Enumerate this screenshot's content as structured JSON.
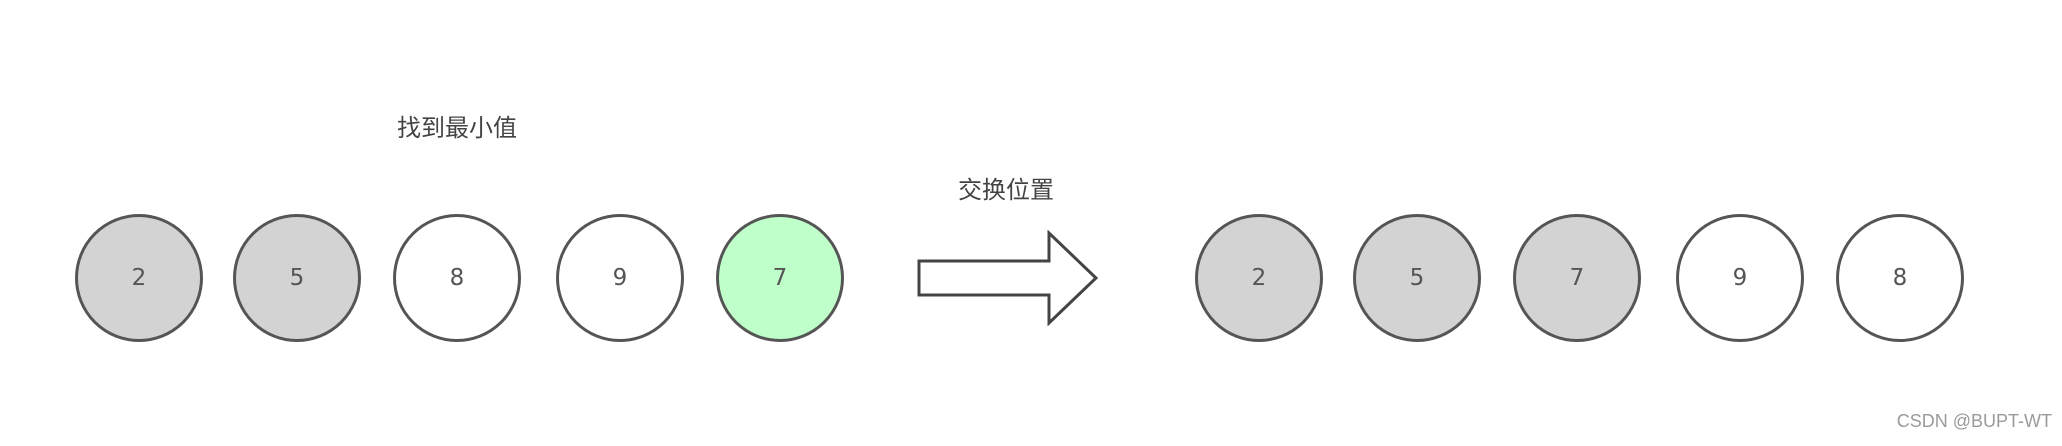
{
  "labels": {
    "find_min": "找到最小值",
    "swap": "交换位置"
  },
  "before": [
    {
      "value": "2",
      "state": "sorted",
      "color": "#d3d3d3"
    },
    {
      "value": "5",
      "state": "sorted",
      "color": "#d3d3d3"
    },
    {
      "value": "8",
      "state": "unsorted",
      "color": "#ffffff"
    },
    {
      "value": "9",
      "state": "unsorted",
      "color": "#ffffff"
    },
    {
      "value": "7",
      "state": "minimum",
      "color": "#bfffc9"
    }
  ],
  "after": [
    {
      "value": "2",
      "state": "sorted",
      "color": "#d3d3d3"
    },
    {
      "value": "5",
      "state": "sorted",
      "color": "#d3d3d3"
    },
    {
      "value": "7",
      "state": "sorted",
      "color": "#d3d3d3"
    },
    {
      "value": "9",
      "state": "unsorted",
      "color": "#ffffff"
    },
    {
      "value": "8",
      "state": "unsorted",
      "color": "#ffffff"
    }
  ],
  "arrow_icon": "right-arrow-icon",
  "watermark": "CSDN @BUPT-WT"
}
